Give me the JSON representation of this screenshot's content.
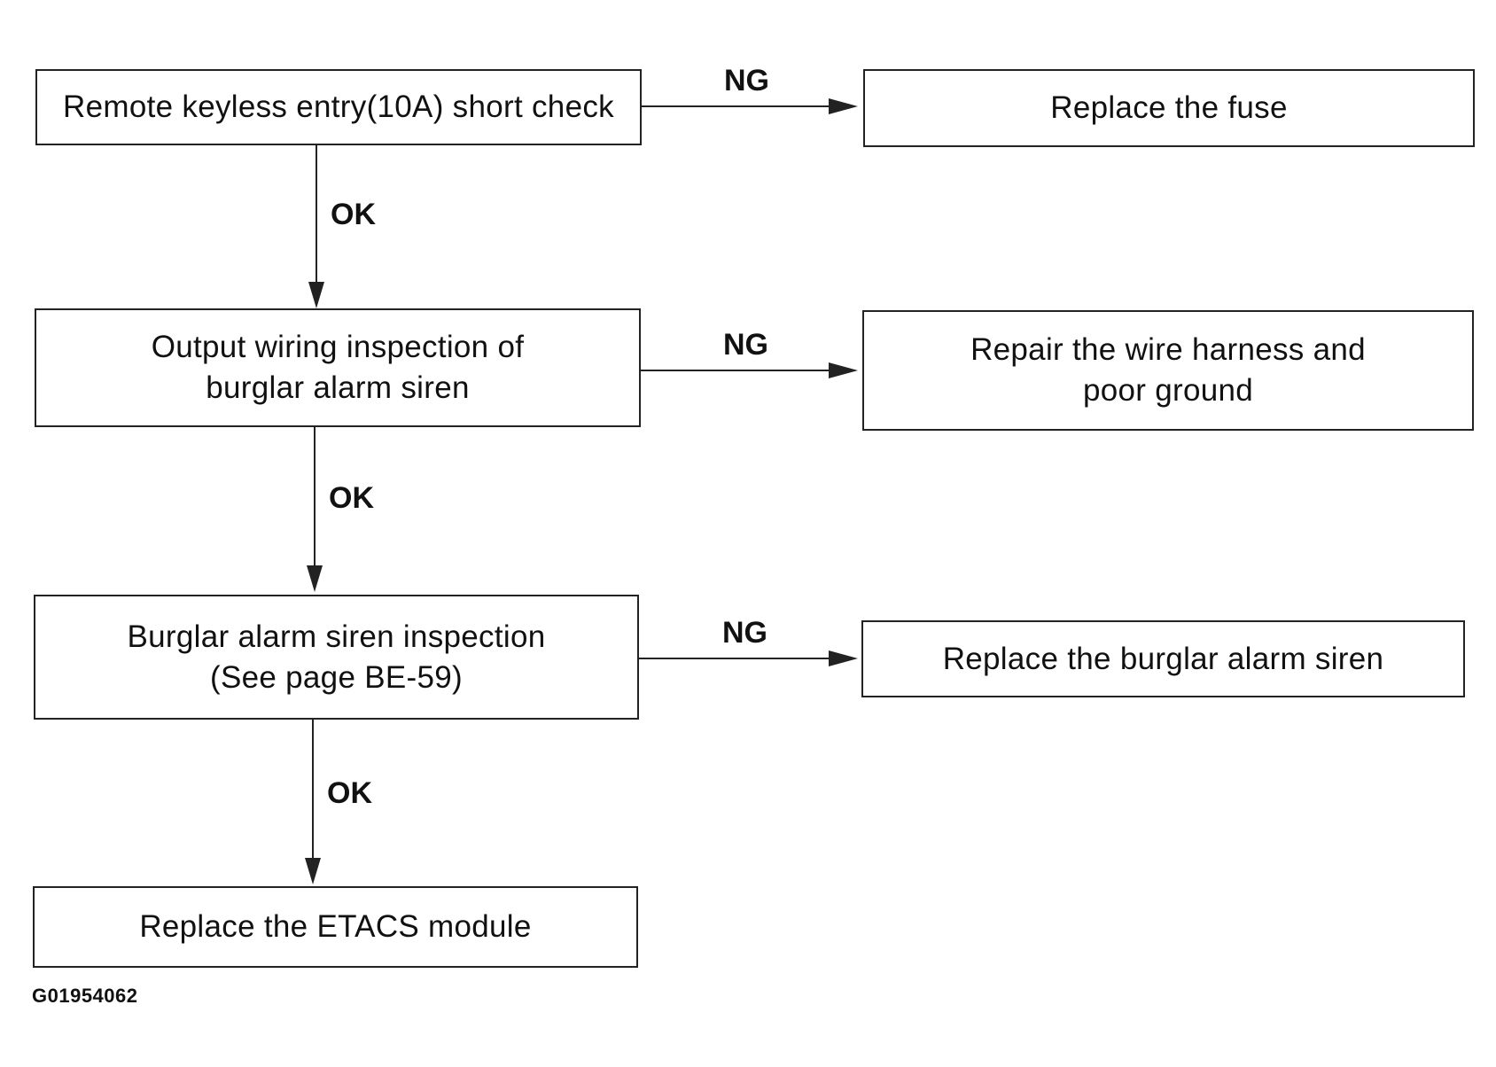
{
  "boxes": {
    "b1": {
      "lines": [
        "Remote keyless entry(10A) short check"
      ]
    },
    "b2": {
      "lines": [
        "Output wiring inspection of",
        "burglar alarm siren"
      ]
    },
    "b3": {
      "lines": [
        "Burglar alarm siren inspection",
        "(See page BE-59)"
      ]
    },
    "b4": {
      "lines": [
        "Replace the ETACS module"
      ]
    },
    "r1": {
      "lines": [
        "Replace the fuse"
      ]
    },
    "r2": {
      "lines": [
        "Repair the wire harness and",
        "poor ground"
      ]
    },
    "r3": {
      "lines": [
        "Replace the burglar alarm siren"
      ]
    }
  },
  "edge_labels": {
    "ng1": "NG",
    "ng2": "NG",
    "ng3": "NG",
    "ok1": "OK",
    "ok2": "OK",
    "ok3": "OK"
  },
  "figure_id": "G01954062"
}
